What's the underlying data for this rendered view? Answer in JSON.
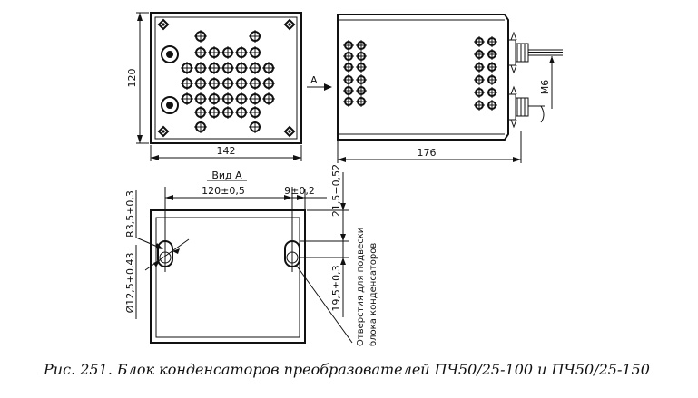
{
  "figure": {
    "caption": "Рис. 251. Блок конденсаторов преобразователей ПЧ50/25-100 и ПЧ50/25-150"
  },
  "front_view": {
    "dim_height": "120",
    "dim_width": "142"
  },
  "side_view": {
    "arrow_label": "A",
    "dim_length": "176",
    "thread_label": "M6"
  },
  "view_a": {
    "title": "Вид А",
    "dim_width": "120±0,5",
    "dim_offset": "9±0,2",
    "dim_top": "21,5−0,52",
    "dim_hole_pos": "19,5±0,3",
    "dim_radius": "R3,5+0,3",
    "dim_diameter": "Ø12,5+0,43",
    "note_line1": "Отверстия для подвески",
    "note_line2": "блока конденсаторов"
  }
}
